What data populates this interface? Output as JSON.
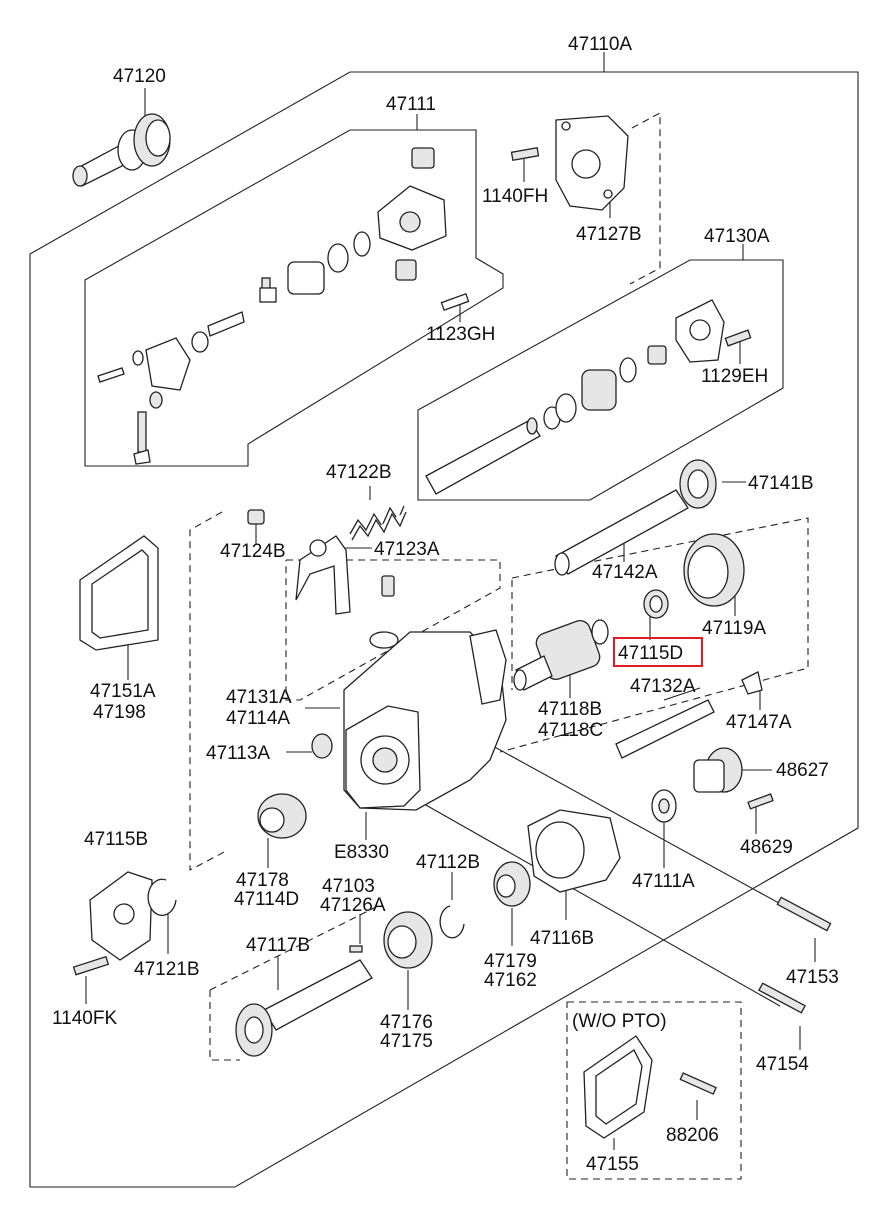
{
  "diagram": {
    "highlight_color": "#e31b23",
    "labels": {
      "p47110A": "47110A",
      "p47120": "47120",
      "p47111": "47111",
      "p1140FH": "1140FH",
      "p47127B": "47127B",
      "p47130A": "47130A",
      "p1123GH": "1123GH",
      "p1129EH": "1129EH",
      "p47122B": "47122B",
      "p47141B": "47141B",
      "p47124B": "47124B",
      "p47123A": "47123A",
      "p47142A": "47142A",
      "p47119A": "47119A",
      "p47115D": "47115D",
      "p47151A": "47151A",
      "p47198": "47198",
      "p47131A": "47131A",
      "p47114A": "47114A",
      "p47118B": "47118B",
      "p47118C": "47118C",
      "p47132A": "47132A",
      "p47147A": "47147A",
      "p47113A": "47113A",
      "p48627": "48627",
      "p48629": "48629",
      "p47115B": "47115B",
      "pE8330": "E8330",
      "p47178": "47178",
      "p47114D": "47114D",
      "p47112B": "47112B",
      "p47111A": "47111A",
      "p47103": "47103",
      "p47126A": "47126A",
      "p47117B": "47117B",
      "p47179": "47179",
      "p47162": "47162",
      "p47116B": "47116B",
      "p47121B": "47121B",
      "p47153": "47153",
      "p1140FK": "1140FK",
      "p47176": "47176",
      "p47175": "47175",
      "pWOPTO": "(W/O PTO)",
      "p47154": "47154",
      "p88206": "88206",
      "p47155": "47155"
    }
  }
}
